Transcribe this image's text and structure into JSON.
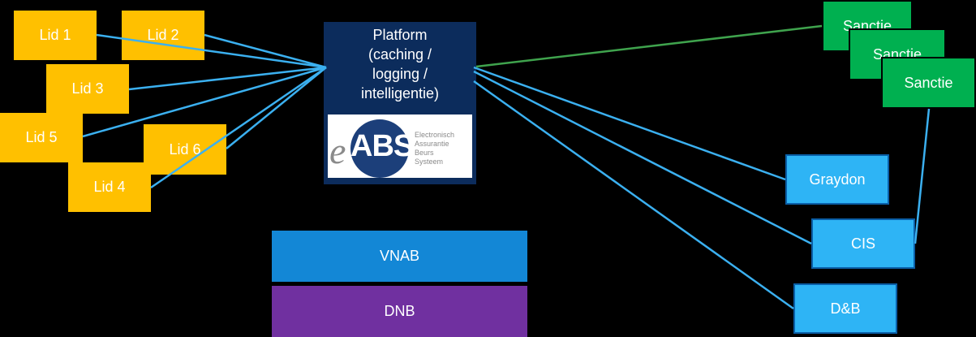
{
  "members": {
    "lid1": "Lid 1",
    "lid2": "Lid 2",
    "lid3": "Lid 3",
    "lid5": "Lid 5",
    "lid6": "Lid 6",
    "lid4": "Lid 4"
  },
  "platform": {
    "title": "Platform\n(caching /\nlogging /\nintelligentie)",
    "logo_text": "ABS",
    "logo_letter": "e",
    "logo_subtitle": "Electronisch\nAssurantie\nBeurs\nSysteem"
  },
  "providers": {
    "sanctie_1": "Sanctie",
    "sanctie_2": "Sanctie",
    "sanctie_3": "Sanctie",
    "graydon": "Graydon",
    "cis": "CIS",
    "dnb_bradstreet": "D&B"
  },
  "layers": {
    "vnab": "VNAB",
    "dnb": "DNB"
  },
  "colors": {
    "member": "#FFC000",
    "platform": "#0C2C5C",
    "sanctie": "#00B050",
    "provider": "#2EB4F5",
    "vnab": "#1387D6",
    "dnb": "#7030A0",
    "connector": "#3BB0F0",
    "sanctie_connector": "#3FA34D"
  }
}
